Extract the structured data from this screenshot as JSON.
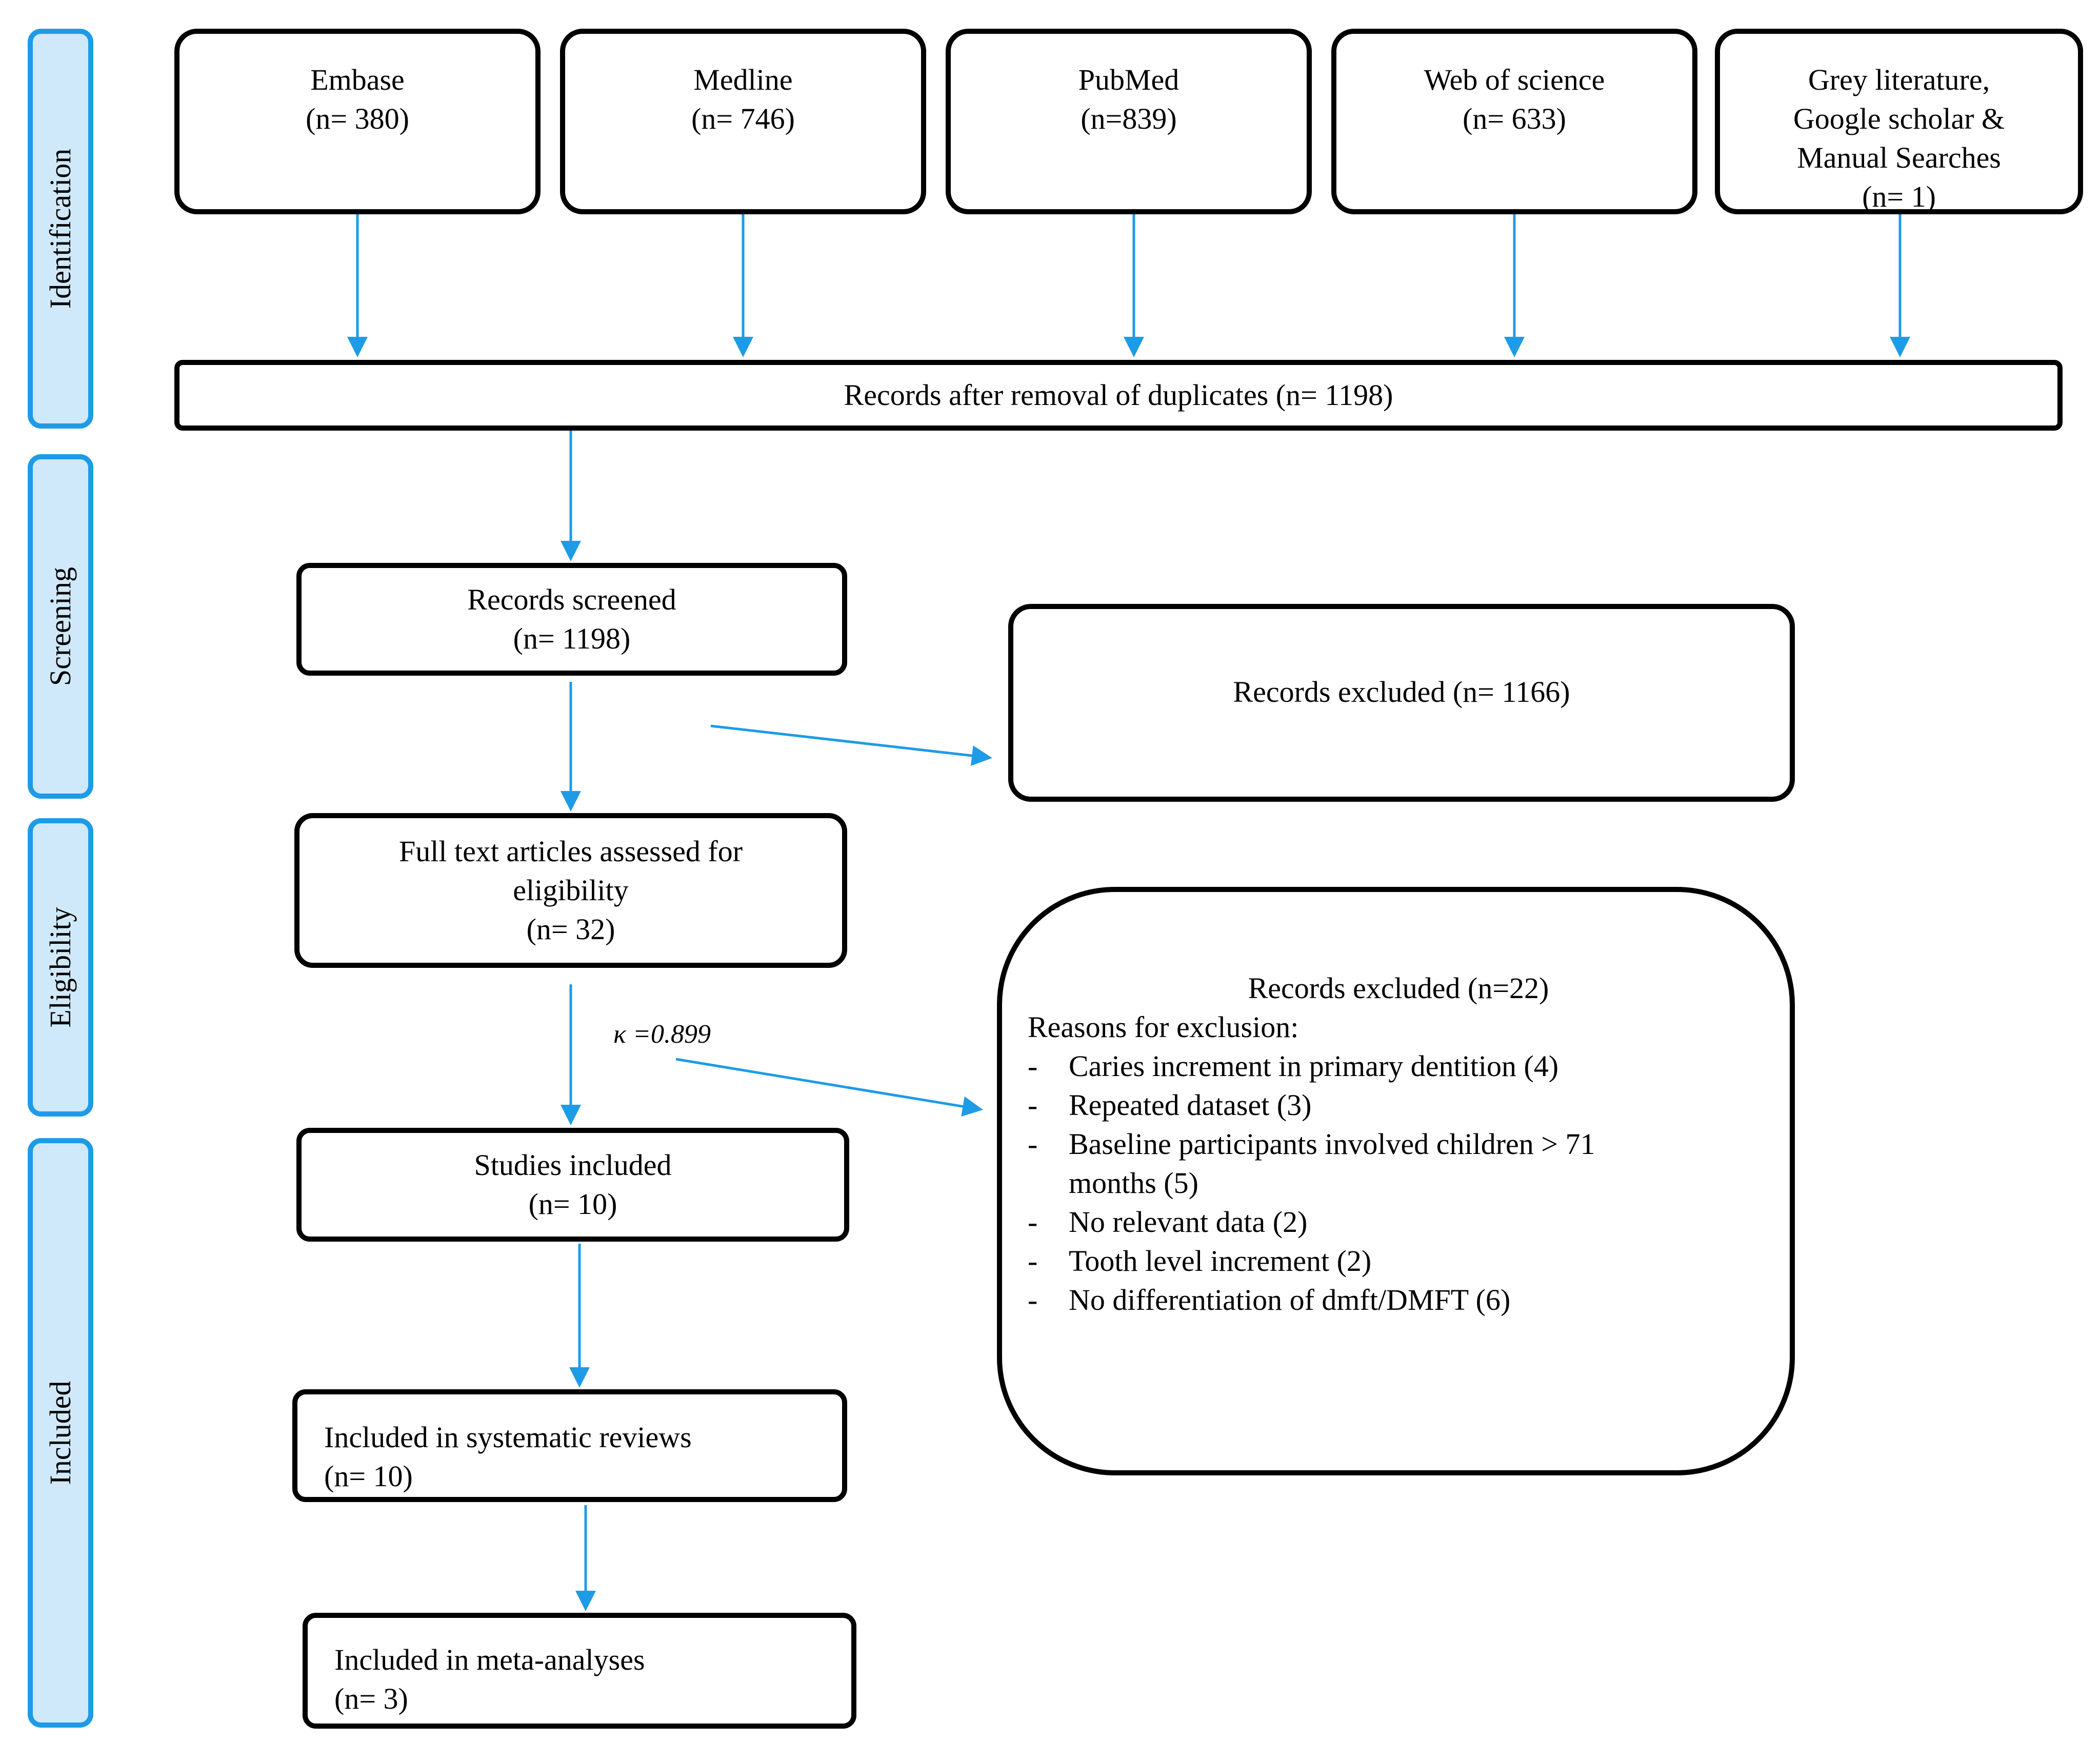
{
  "phases": {
    "identification": "Identification",
    "screening": "Screening",
    "eligibility": "Eligibility",
    "included": "Included"
  },
  "sources": [
    {
      "name": "Embase",
      "count": "(n= 380)"
    },
    {
      "name": "Medline",
      "count": "(n= 746)"
    },
    {
      "name": "PubMed",
      "count": "(n=839)"
    },
    {
      "name": "Web of science",
      "count": "(n= 633)"
    },
    {
      "name_lines": [
        "Grey literature,",
        "Google scholar &",
        "Manual Searches"
      ],
      "count": "(n= 1)"
    }
  ],
  "dedup": {
    "text": "Records after removal of duplicates (n= 1198)"
  },
  "screened": {
    "label": "Records screened",
    "count": "(n= 1198)"
  },
  "excluded_screen": {
    "text": "Records excluded (n= 1166)"
  },
  "fulltext": {
    "line1": "Full text articles assessed for",
    "line2": "eligibility",
    "count": "(n= 32)"
  },
  "kappa": "κ =0.899",
  "excluded_full": {
    "title": "Records excluded (n=22)",
    "reasons_label": "Reasons for exclusion:",
    "dash": "-",
    "reasons": [
      "Caries increment in primary dentition (4)",
      "Repeated dataset (3)",
      "Baseline participants involved children > 71 months (5)",
      "No relevant data (2)",
      "Tooth level increment (2)",
      "No differentiation of dmft/DMFT (6)"
    ]
  },
  "studies": {
    "label": "Studies included",
    "count": "(n= 10)"
  },
  "systematic": {
    "label": "Included in systematic reviews",
    "count": "(n= 10)"
  },
  "meta": {
    "label": "Included in meta-analyses",
    "count": "(n= 3)"
  },
  "colors": {
    "arrow": "#1e9be6",
    "phase_fill": "#cfe9fb",
    "phase_border": "#1e9be6"
  }
}
